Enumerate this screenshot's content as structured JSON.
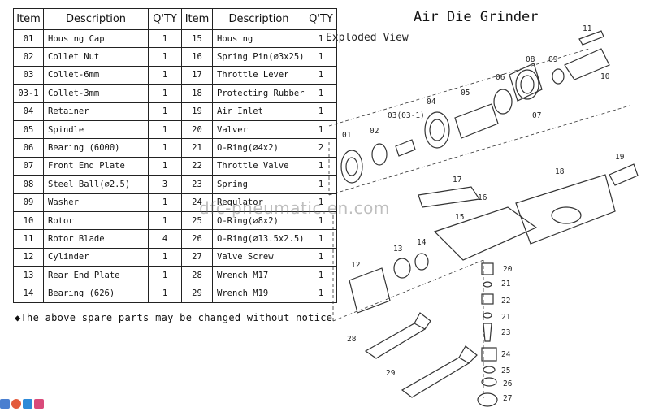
{
  "table": {
    "headers": [
      "Item",
      "Description",
      "Q'TY",
      "Item",
      "Description",
      "Q'TY"
    ],
    "rows": [
      {
        "item": "01",
        "desc": "Housing Cap",
        "qty": "1",
        "item2": "15",
        "desc2": "Housing",
        "qty2": "1"
      },
      {
        "item": "02",
        "desc": "Collet Nut",
        "qty": "1",
        "item2": "16",
        "desc2": "Spring Pin(⌀3x25)",
        "qty2": "1"
      },
      {
        "item": "03",
        "desc": "Collet-6mm",
        "qty": "1",
        "item2": "17",
        "desc2": "Throttle Lever",
        "qty2": "1"
      },
      {
        "item": "03-1",
        "desc": "Collet-3mm",
        "qty": "1",
        "item2": "18",
        "desc2": "Protecting Rubber",
        "qty2": "1"
      },
      {
        "item": "04",
        "desc": "Retainer",
        "qty": "1",
        "item2": "19",
        "desc2": "Air Inlet",
        "qty2": "1"
      },
      {
        "item": "05",
        "desc": "Spindle",
        "qty": "1",
        "item2": "20",
        "desc2": "Valver",
        "qty2": "1"
      },
      {
        "item": "06",
        "desc": "Bearing (6000)",
        "qty": "1",
        "item2": "21",
        "desc2": "O-Ring(⌀4x2)",
        "qty2": "2"
      },
      {
        "item": "07",
        "desc": "Front End Plate",
        "qty": "1",
        "item2": "22",
        "desc2": "Throttle Valve",
        "qty2": "1"
      },
      {
        "item": "08",
        "desc": "Steel Ball(⌀2.5)",
        "qty": "3",
        "item2": "23",
        "desc2": "Spring",
        "qty2": "1"
      },
      {
        "item": "09",
        "desc": "Washer",
        "qty": "1",
        "item2": "24",
        "desc2": "Regulator",
        "qty2": "1"
      },
      {
        "item": "10",
        "desc": "Rotor",
        "qty": "1",
        "item2": "25",
        "desc2": "O-Ring(⌀8x2)",
        "qty2": "1"
      },
      {
        "item": "11",
        "desc": "Rotor Blade",
        "qty": "4",
        "item2": "26",
        "desc2": "O-Ring(⌀13.5x2.5)",
        "qty2": "1"
      },
      {
        "item": "12",
        "desc": "Cylinder",
        "qty": "1",
        "item2": "27",
        "desc2": "Valve Screw",
        "qty2": "1"
      },
      {
        "item": "13",
        "desc": "Rear End Plate",
        "qty": "1",
        "item2": "28",
        "desc2": "Wrench M17",
        "qty2": "1"
      },
      {
        "item": "14",
        "desc": "Bearing (626)",
        "qty": "1",
        "item2": "29",
        "desc2": "Wrench M19",
        "qty2": "1"
      }
    ]
  },
  "notice": "◆The above spare parts may be changed without notice",
  "diagram": {
    "title": "Air Die Grinder",
    "subtitle": "Exploded View",
    "labels": [
      "01",
      "02",
      "03(03-1)",
      "04",
      "05",
      "06",
      "07",
      "08",
      "09",
      "10",
      "11",
      "12",
      "13",
      "14",
      "15",
      "16",
      "17",
      "18",
      "19",
      "20",
      "21",
      "21",
      "22",
      "23",
      "24",
      "25",
      "26",
      "27",
      "28",
      "29"
    ]
  },
  "watermark": "dfc-pneumatic.en.com",
  "colors": {
    "ink": "#222222",
    "line": "#333333",
    "watermark": "#8a8a8a"
  },
  "icons": [
    "share-icon",
    "person-icon",
    "shirt-icon",
    "tool-icon"
  ]
}
